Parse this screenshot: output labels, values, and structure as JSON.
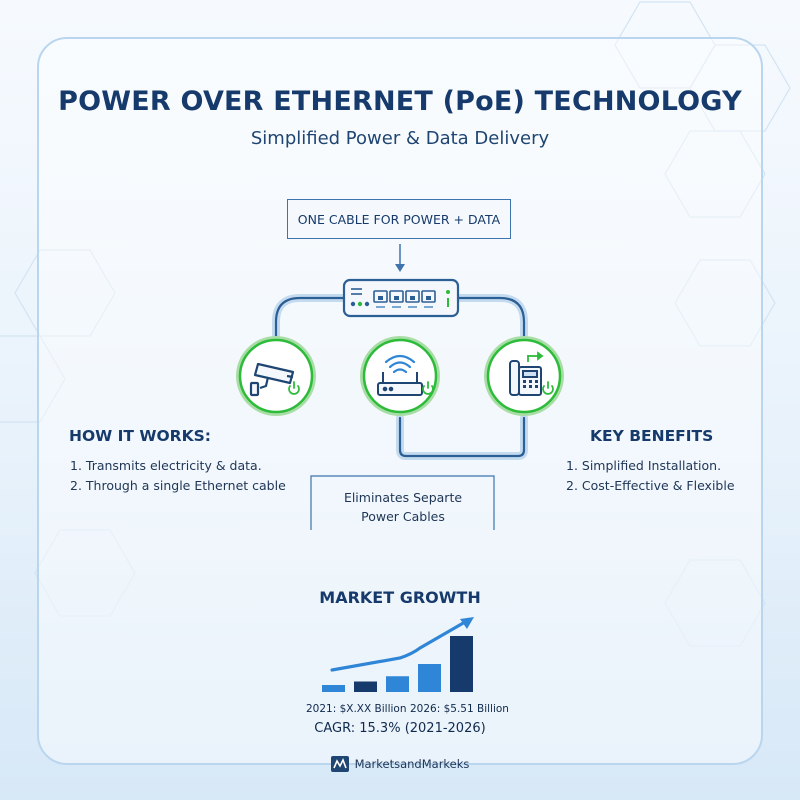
{
  "header": {
    "title": "POWER OVER ETHERNET (PoE) TECHNOLOGY",
    "subtitle": "Simplified Power & Data Delivery"
  },
  "top_box": {
    "label": "ONE CABLE FOR POWER + DATA"
  },
  "devices": [
    {
      "icon": "security-camera-icon"
    },
    {
      "icon": "wifi-access-point-icon"
    },
    {
      "icon": "ip-phone-icon"
    }
  ],
  "how_it_works": {
    "title": "HOW IT WORKS:",
    "items": [
      "1. Transmits electricity & data.",
      "2. Through a single Ethernet cable"
    ]
  },
  "key_benefits": {
    "title": "KEY BENEFITS",
    "items": [
      "1. Simplified Installation.",
      "2. Cost-Effective & Flexible"
    ]
  },
  "eliminates": {
    "line1": "Eliminates Separte",
    "line2": "Power Cables"
  },
  "market": {
    "title": "MARKET GROWTH",
    "label_2021": "2021: $X.XX Billion",
    "label_2026": "2026: $5.51 Billion",
    "cagr": "CAGR: 15.3% (2021-2026)"
  },
  "chart_data": {
    "type": "bar",
    "values": [
      0.4,
      0.6,
      0.9,
      1.6,
      3.2
    ],
    "trend": "increasing"
  },
  "footer": {
    "brand": "MarketsandMarkeks"
  },
  "colors": {
    "navy": "#163a6b",
    "accent_blue": "#2f86d6",
    "green": "#2dbb3a"
  }
}
